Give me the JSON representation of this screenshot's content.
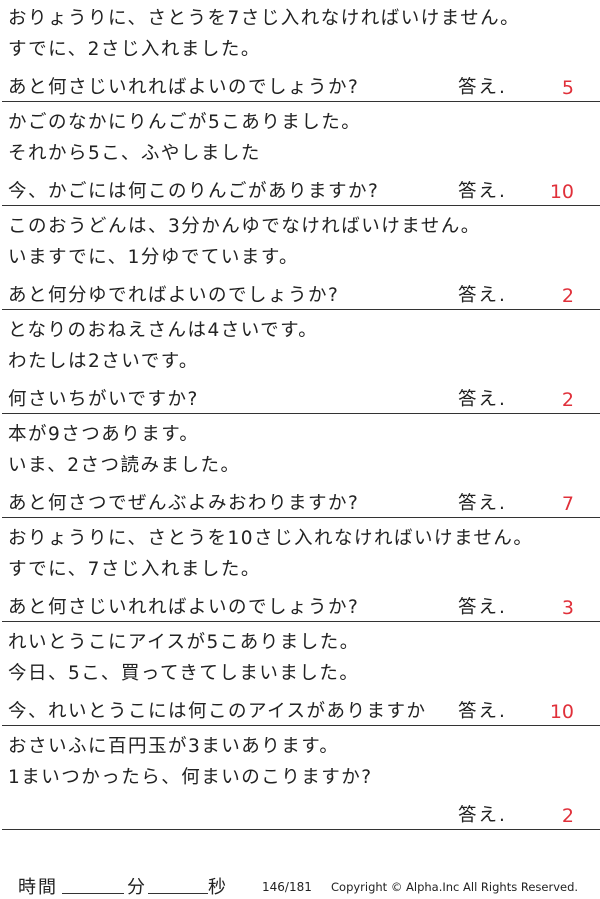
{
  "answer_label": "答え.",
  "problems": [
    {
      "line1": "おりょうりに、さとうを7さじ入れなければいけません。",
      "line2": "すでに、2さじ入れました。",
      "question": "あと何さじいれればよいのでしょうか?",
      "answer": "5"
    },
    {
      "line1": "かごのなかにりんごが5こありました。",
      "line2": "それから5こ、ふやしました",
      "question": "今、かごには何このりんごがありますか?",
      "answer": "10"
    },
    {
      "line1": "このおうどんは、3分かんゆでなければいけません。",
      "line2": "いますでに、1分ゆでています。",
      "question": "あと何分ゆでればよいのでしょうか?",
      "answer": "2"
    },
    {
      "line1": "となりのおねえさんは4さいです。",
      "line2": "わたしは2さいです。",
      "question": "何さいちがいですか?",
      "answer": "2"
    },
    {
      "line1": "本が9さつあります。",
      "line2": "いま、2さつ読みました。",
      "question": "あと何さつでぜんぶよみおわりますか?",
      "answer": "7"
    },
    {
      "line1": "おりょうりに、さとうを10さじ入れなければいけません。",
      "line2": "すでに、7さじ入れました。",
      "question": "あと何さじいれればよいのでしょうか?",
      "answer": "3"
    },
    {
      "line1": "れいとうこにアイスが5こありました。",
      "line2": "今日、5こ、買ってきてしまいました。",
      "question": "今、れいとうこには何このアイスがありますか",
      "answer": "10"
    },
    {
      "line1": "おさいふに百円玉が3まいあります。",
      "line2": "1まいつかったら、何まいのこりますか?",
      "question": "",
      "answer": "2"
    }
  ],
  "footer": {
    "time_label": "時間",
    "minutes_label": "分",
    "seconds_label": "秒",
    "page": "146/181",
    "copyright": "Copyright © Alpha.Inc All Rights Reserved."
  }
}
